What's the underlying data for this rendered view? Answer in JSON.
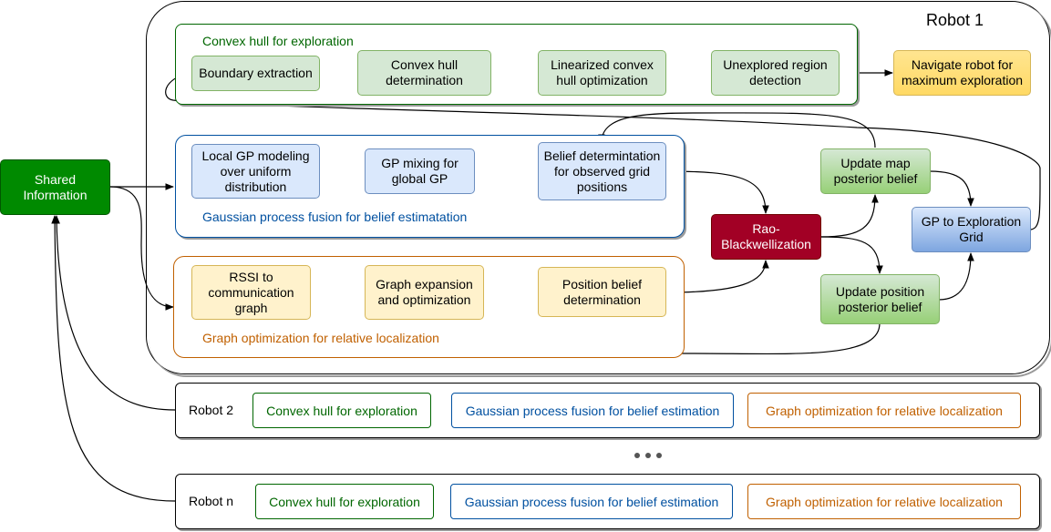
{
  "robot1": {
    "title": "Robot 1",
    "convex_group": {
      "title": "Convex hull for exploration",
      "boundary": "Boundary extraction",
      "convex_det": "Convex hull determination",
      "linearized": "Linearized convex hull optimization",
      "unexplored": "Unexplored region detection"
    },
    "navigate": "Navigate robot for maximum exploration",
    "gp_group": {
      "title": "Gaussian process fusion for belief estimatation",
      "local_gp": "Local GP modeling over uniform distribution",
      "gp_mixing": "GP mixing for global GP",
      "belief_det": "Belief determintation for observed grid positions"
    },
    "graph_group": {
      "title": "Graph optimization for relative localization",
      "rssi": "RSSI to communication graph",
      "graph_exp": "Graph expansion and optimization",
      "pos_belief": "Position belief determination"
    },
    "rao": "Rao-Blackwellization",
    "update_map": "Update map posterior belief",
    "update_pos": "Update position posterior belief",
    "gp_grid": "GP to Exploration Grid"
  },
  "shared": "Shared Information",
  "robot2": {
    "label": "Robot 2",
    "convex": "Convex hull for exploration",
    "gp": "Gaussian process fusion for belief estimation",
    "graph": "Graph optimization for relative localization"
  },
  "robotn": {
    "label": "Robot n",
    "convex": "Convex hull for exploration",
    "gp": "Gaussian process fusion for belief estimation",
    "graph": "Graph optimization for relative localization"
  },
  "colors": {
    "group_green": "#006600",
    "group_blue": "#0050a0",
    "group_orange": "#c06000",
    "rao_red": "#a20025",
    "shared_green": "#008a00"
  }
}
